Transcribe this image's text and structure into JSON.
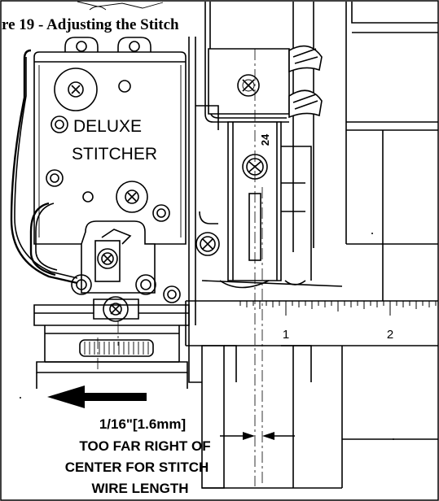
{
  "figure": {
    "title": "re 19 - Adjusting the Stitch"
  },
  "stitcher": {
    "brand_line1": "DELUXE",
    "brand_line2": "STITCHER"
  },
  "clincher": {
    "number": "24"
  },
  "ruler": {
    "labels": [
      "1",
      "2"
    ]
  },
  "note": {
    "lines": [
      "1/16\"[1.6mm]",
      "TOO FAR RIGHT OF",
      "CENTER FOR STITCH",
      "WIRE LENGTH"
    ]
  }
}
